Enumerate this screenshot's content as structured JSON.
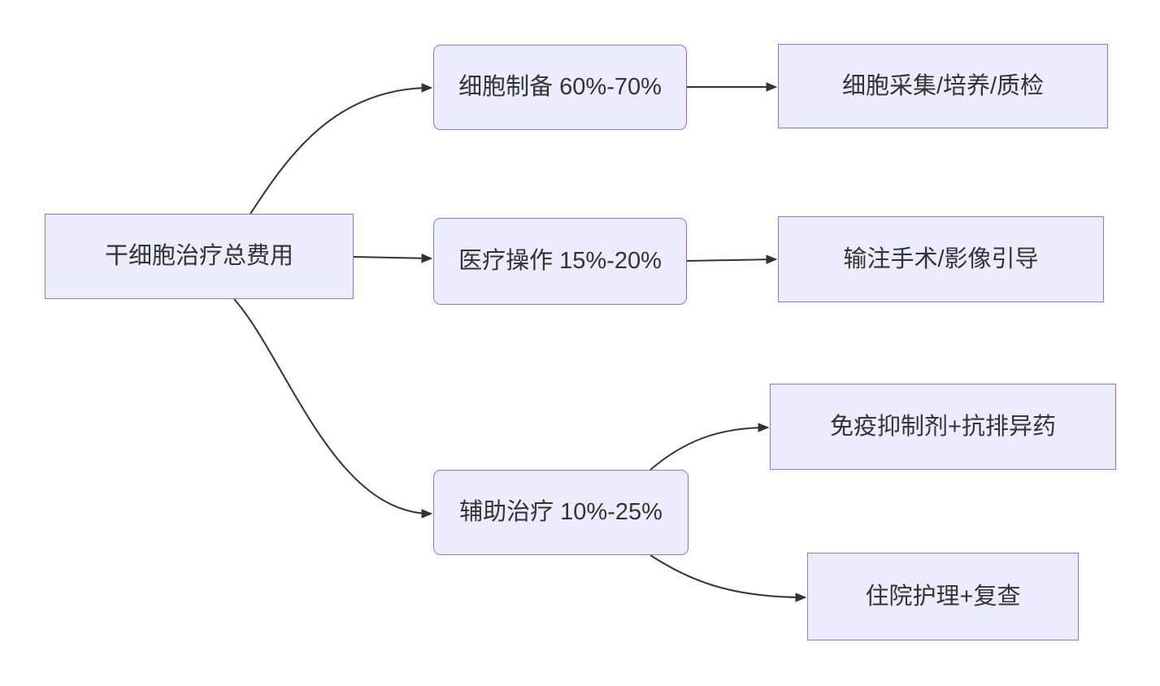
{
  "diagram": {
    "type": "flowchart",
    "direction": "left-to-right",
    "colors": {
      "node_fill": "#ECECFF",
      "node_border": "#9370DB",
      "edge_color": "#333333",
      "text_color": "#333333",
      "background": "#FFFFFF"
    },
    "nodes": {
      "root": {
        "label": "干细胞治疗总费用"
      },
      "cell_prep": {
        "label": "细胞制备 60%-70%"
      },
      "cell_prep_detail": {
        "label": "细胞采集/培养/质检"
      },
      "medical_op": {
        "label": "医疗操作 15%-20%"
      },
      "medical_op_detail": {
        "label": "输注手术/影像引导"
      },
      "adjunct": {
        "label": "辅助治疗 10%-25%"
      },
      "adjunct_drugs": {
        "label": "免疫抑制剂+抗排异药"
      },
      "adjunct_care": {
        "label": "住院护理+复查"
      }
    },
    "edges": [
      {
        "from": "root",
        "to": "cell_prep"
      },
      {
        "from": "root",
        "to": "medical_op"
      },
      {
        "from": "root",
        "to": "adjunct"
      },
      {
        "from": "cell_prep",
        "to": "cell_prep_detail"
      },
      {
        "from": "medical_op",
        "to": "medical_op_detail"
      },
      {
        "from": "adjunct",
        "to": "adjunct_drugs"
      },
      {
        "from": "adjunct",
        "to": "adjunct_care"
      }
    ]
  }
}
